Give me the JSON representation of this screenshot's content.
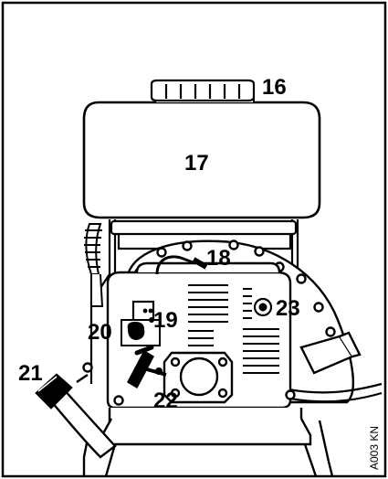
{
  "callouts": {
    "c16": "16",
    "c17": "17",
    "c18": "18",
    "c19": "19",
    "c20": "20",
    "c21": "21",
    "c22": "22",
    "c23": "23"
  },
  "figure_code": "A003 KN",
  "colors": {
    "line": "#000000",
    "paper": "#ffffff"
  }
}
